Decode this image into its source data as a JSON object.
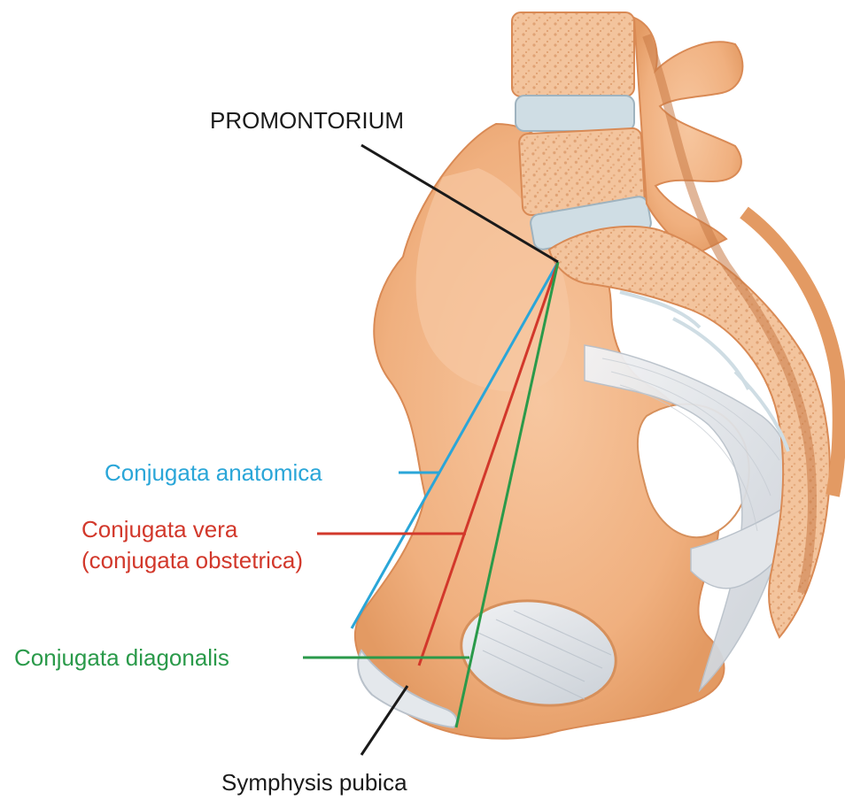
{
  "labels": {
    "promontorium": "PROMONTORIUM",
    "conjugata_anatomica": "Conjugata anatomica",
    "conjugata_vera_line1": "Conjugata vera",
    "conjugata_vera_line2": "(conjugata obstetrica)",
    "conjugata_diagonalis": "Conjugata diagonalis",
    "symphysis_pubica": "Symphysis pubica"
  },
  "colors": {
    "anatomica": "#2aa6d8",
    "vera": "#d2382b",
    "diagonalis": "#2a9a4a",
    "leader": "#1a1a1a",
    "bone": "#f2b68a",
    "bone_dark": "#d98a55",
    "cartilage": "#cfdde4",
    "ligament": "#e3e6ea"
  }
}
